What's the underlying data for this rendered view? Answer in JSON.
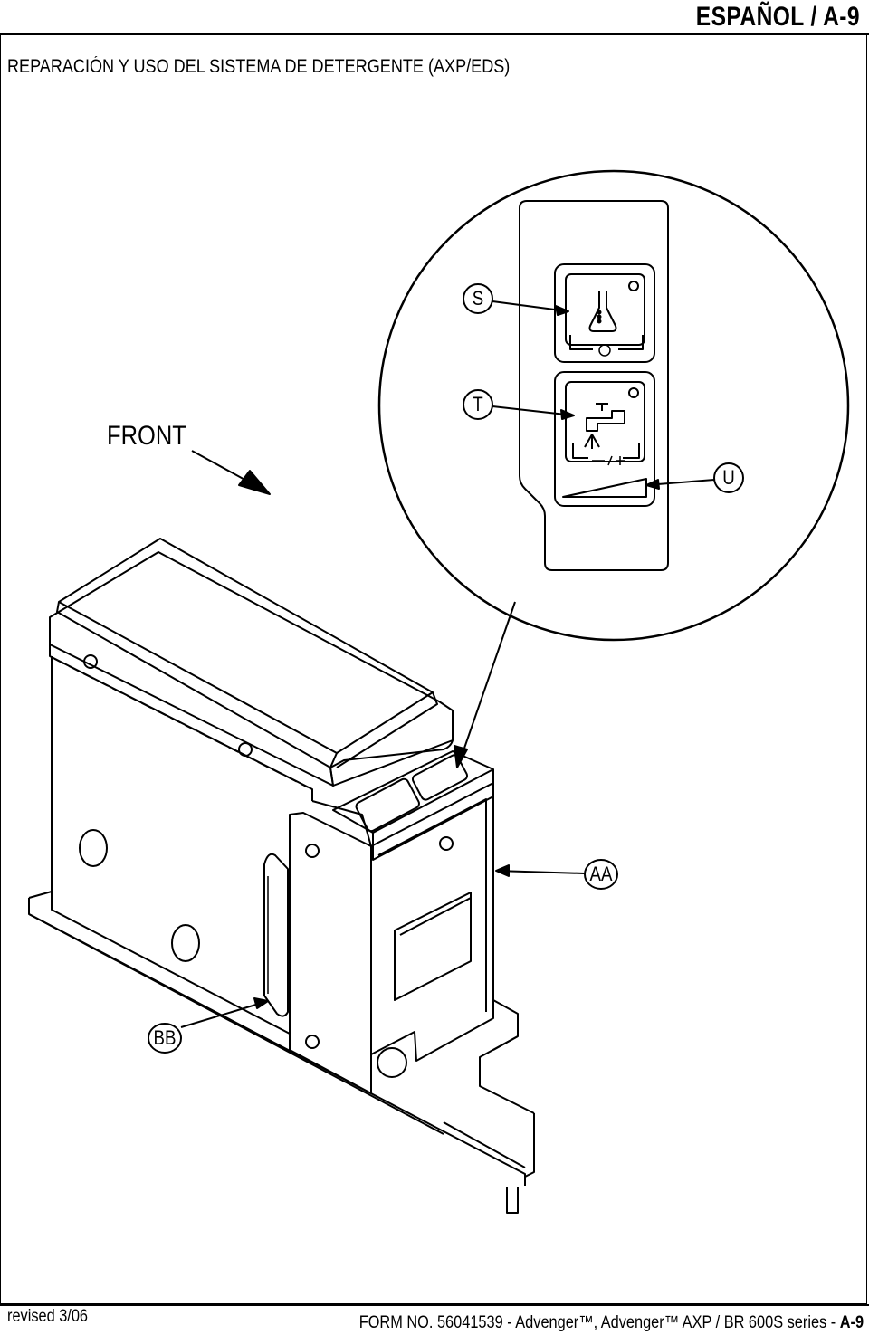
{
  "header": {
    "page_label": "ESPAÑOL / A-9"
  },
  "section": {
    "title": "REPARACIÓN Y USO DEL SISTEMA DE DETERGENTE (AXP/EDS)"
  },
  "figure": {
    "front_label": "FRONT",
    "callouts": {
      "s": "S",
      "t": "T",
      "u": "U",
      "aa": "AA",
      "bb": "BB"
    }
  },
  "footer": {
    "revised": "revised 3/06",
    "form_text": "FORM NO. 56041539 - Advenger™, Advenger™ AXP / BR 600S series - ",
    "page_ref": "A-9"
  }
}
